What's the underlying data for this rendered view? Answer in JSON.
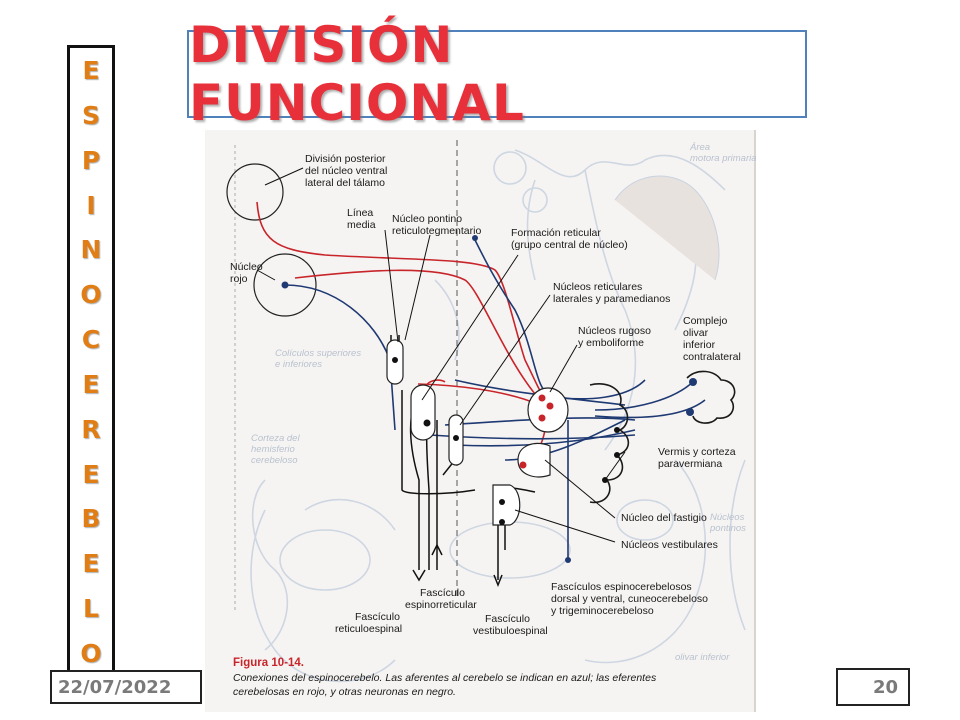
{
  "title": "DIVISIÓN FUNCIONAL",
  "vertical_letters": [
    "E",
    "S",
    "P",
    "I",
    "N",
    "O",
    "C",
    "E",
    "R",
    "E",
    "B",
    "E",
    "L",
    "O"
  ],
  "footer": {
    "date": "22/07/2022",
    "page_number": "20"
  },
  "colors": {
    "title": "#e8303a",
    "vertical_text": "#e07e15",
    "afferent": "#1f3a73",
    "efferent": "#c8252b",
    "other": "#111111",
    "title_border": "#4f81bd"
  },
  "figure": {
    "labels": {
      "division_posterior": [
        "División posterior",
        "del núcleo ventral",
        "lateral del tálamo"
      ],
      "linea_media": [
        "Línea",
        "media"
      ],
      "nucleo_pontino": [
        "Núcleo pontino",
        "reticulotegmentario"
      ],
      "formacion_reticular": [
        "Formación reticular",
        "(grupo central de núcleo)"
      ],
      "nucleo_rojo": [
        "Núcleo",
        "rojo"
      ],
      "nucleos_reticulares": [
        "Núcleos reticulares",
        "laterales y paramedianos"
      ],
      "nucleos_rugoso": [
        "Núcleos rugoso",
        "y emboliforme"
      ],
      "complejo_olivar": [
        "Complejo",
        "olivar",
        "inferior",
        "contralateral"
      ],
      "vermis": [
        "Vermis y corteza",
        "paravermiana"
      ],
      "nucleo_fastigio": "Núcleo del fastigio",
      "nucleos_vestibulares": "Núcleos vestibulares",
      "fasciculos_espinocerebelosos": [
        "Fascículos espinocerebelosos",
        "dorsal y ventral, cuneocerebeloso",
        "y trigeminocerebeloso"
      ],
      "fasciculo_espinorreticular": [
        "Fascículo",
        "espinorreticular"
      ],
      "fasciculo_reticuloespinal": [
        "Fascículo",
        "reticuloespinal"
      ],
      "fasciculo_vestibuloespinal": [
        "Fascículo",
        "vestibuloespinal"
      ]
    },
    "background_labels": {
      "area_motora": [
        "Área",
        "motora primaria"
      ],
      "coliculos": [
        "Colículos superiores",
        "e inferiores"
      ],
      "corteza_hemisferio": [
        "Corteza del",
        "hemisferio",
        "cerebeloso"
      ],
      "nucleos_pontinos": [
        "Núcleos",
        "pontinos"
      ],
      "olivar_inferior": "olivar inferior"
    },
    "caption": {
      "title": "Figura 10-14.",
      "lines": [
        "Conexiones del espinocerebelo. Las aferentes al cerebelo se indican en azul; las eferentes",
        "cerebelosas en rojo, y otras neuronas en negro."
      ]
    }
  }
}
